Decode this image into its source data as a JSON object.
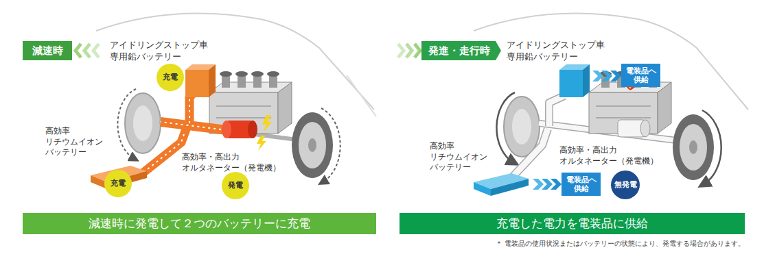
{
  "diagram": {
    "nodes": [
      {
        "text": [
          "減速時"
        ]
      },
      {
        "text": [
          "充電"
        ]
      },
      {
        "text": [
          "充電"
        ]
      },
      {
        "text": [
          "発電"
        ]
      },
      {
        "text": [
          "減速時に発電して２つのバッテリーに充電"
        ]
      },
      {
        "text": [
          "発進・走行時"
        ]
      },
      {
        "text": [
          "電装品へ 供給"
        ]
      },
      {
        "text": [
          "電装品へ 供給"
        ]
      },
      {
        "text": [
          "無発電"
        ]
      },
      {
        "text": [
          "充電した電力を電装品に供給"
        ]
      }
    ],
    "labels": [
      "アイドリングストップ車 専用鉛バッテリー",
      "高効率 リチウムイオン バッテリー",
      "高効率・高出力 オルタネーター（発電機）",
      "アイドリングストップ車 専用鉛バッテリー",
      "高効率 リチウムイオン バッテリー",
      "高効率・高出力 オルタネーター（発電機）",
      "＊ 電装品の使用状況またはバッテリーの状態により、発電する場合があります。"
    ]
  }
}
